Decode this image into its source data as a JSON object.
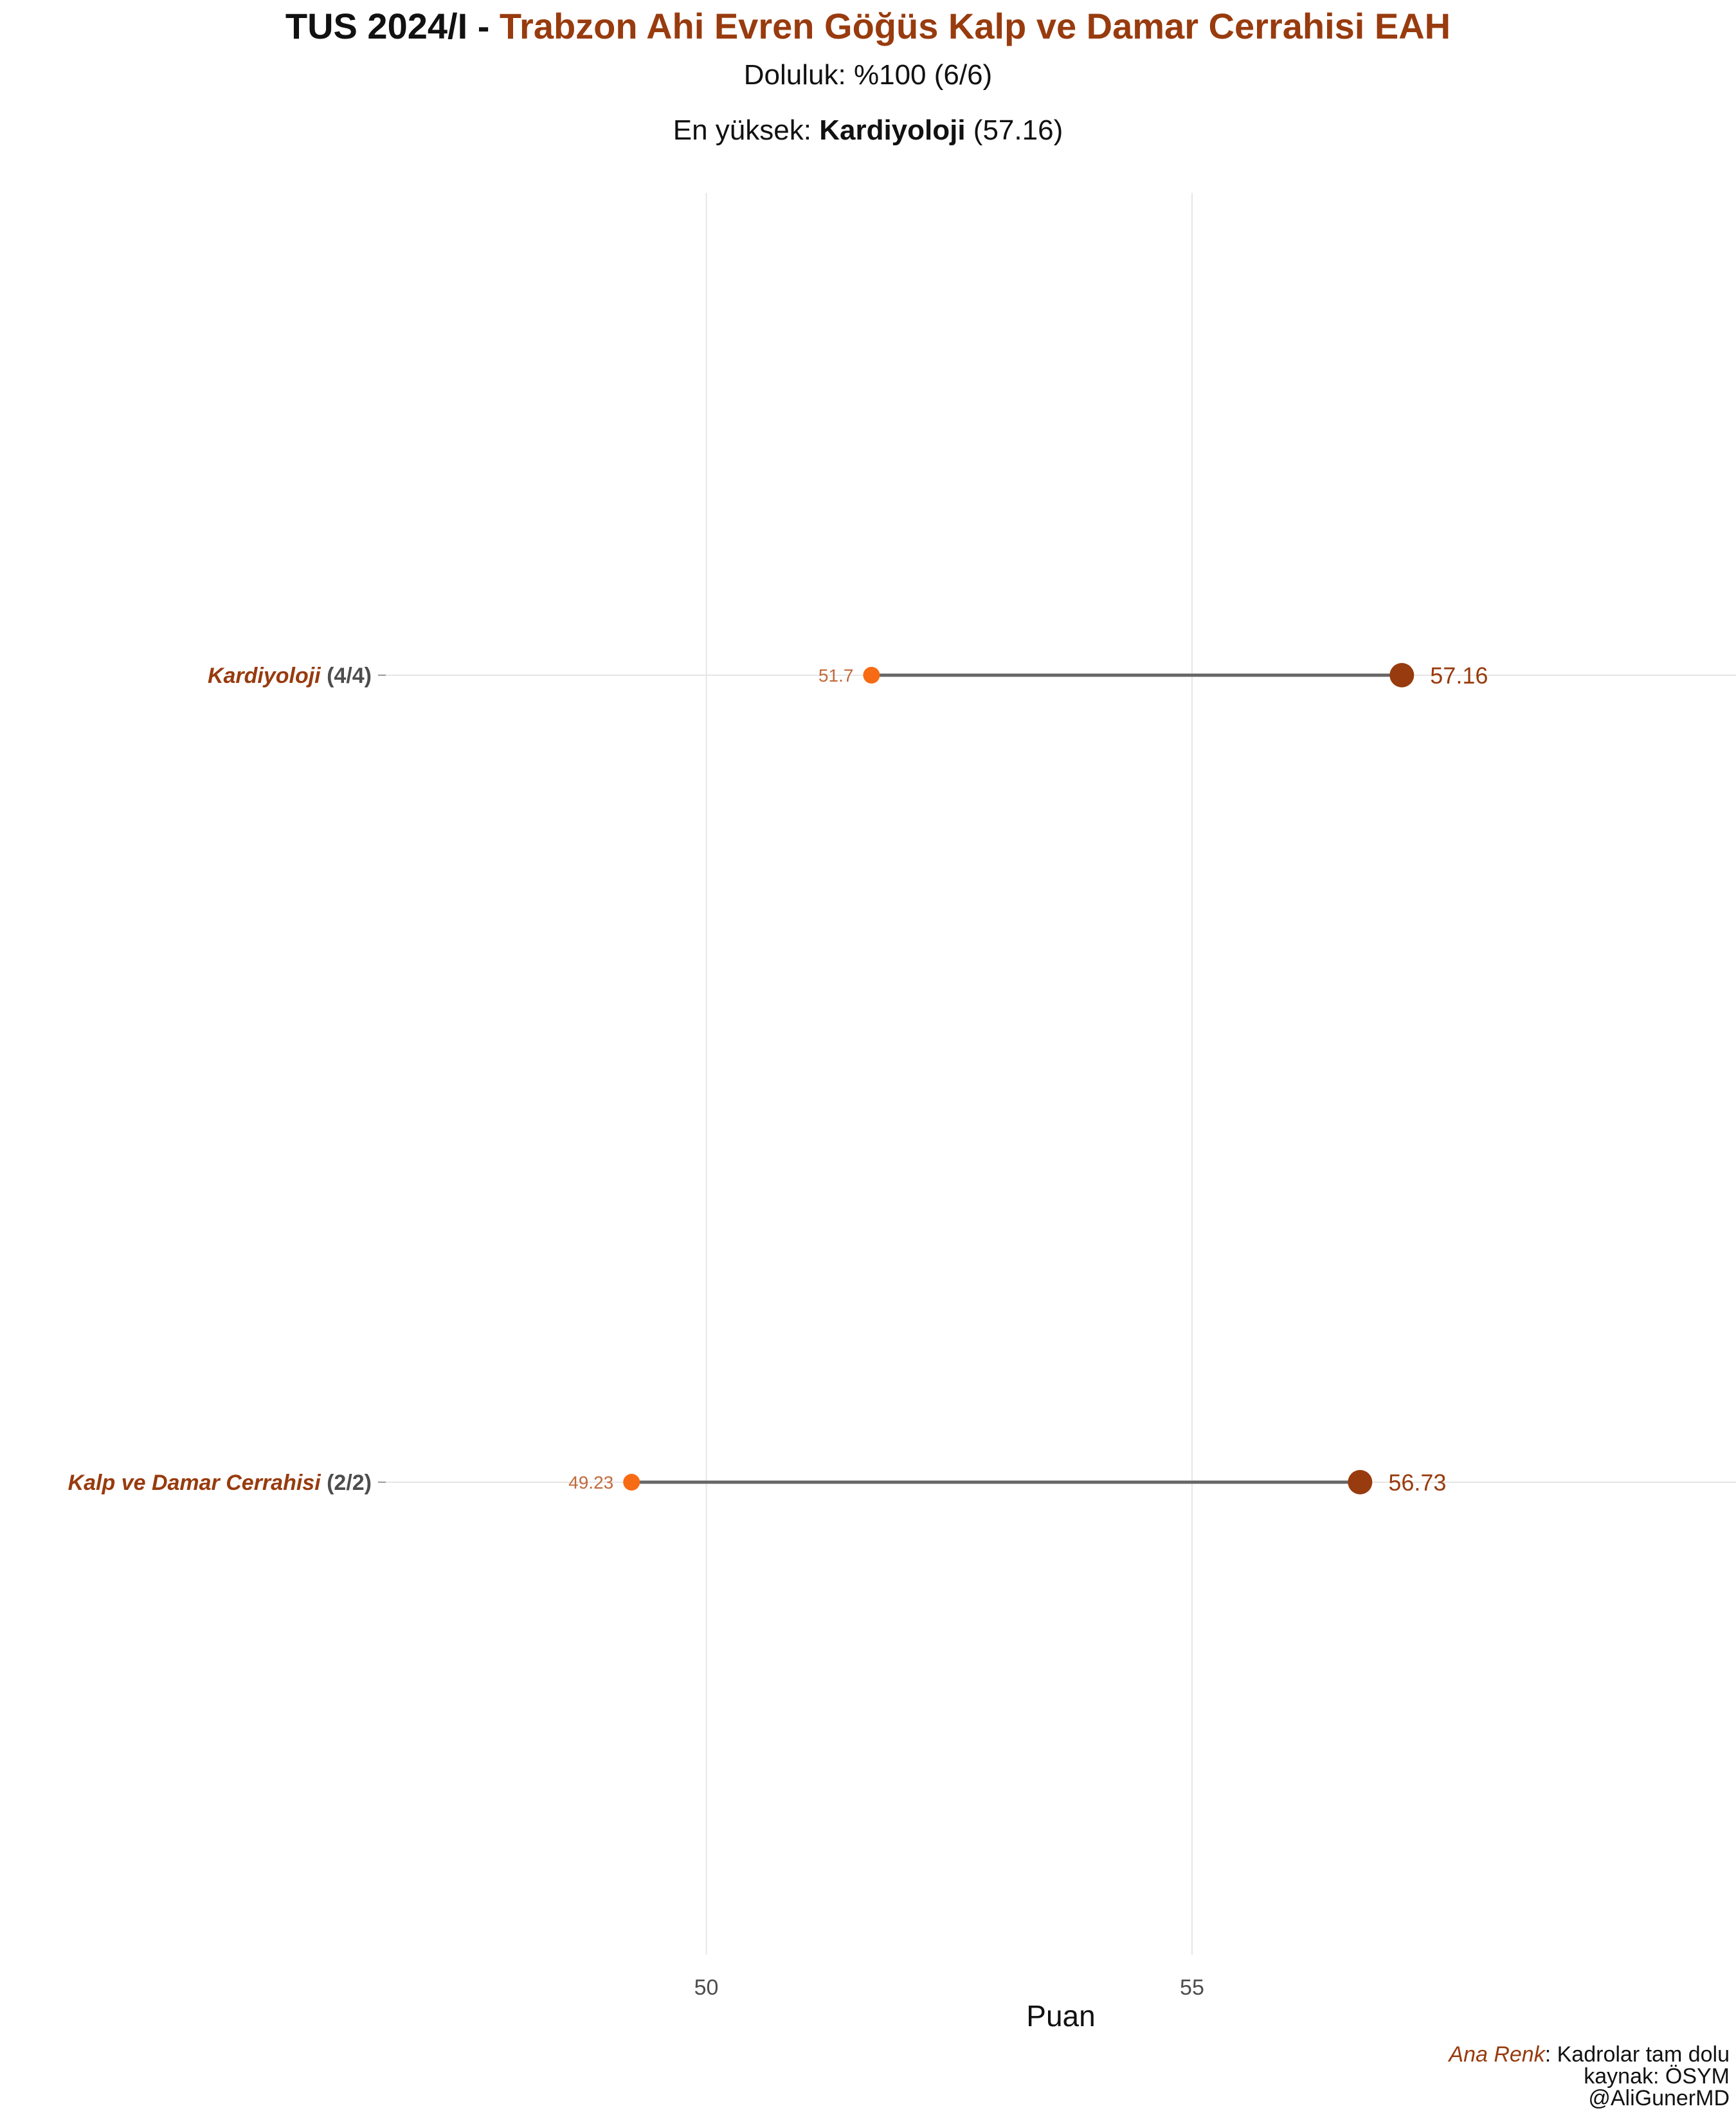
{
  "header": {
    "title_prefix": "TUS 2024/I - ",
    "title_institution": "Trabzon Ahi Evren Göğüs Kalp ve Damar Cerrahisi EAH",
    "subtitle_line1": "Doluluk: %100 (6/6)",
    "subtitle_line2_prefix": "En yüksek: ",
    "subtitle_line2_bold": "Kardiyoloji",
    "subtitle_line2_suffix": " (57.16)"
  },
  "caption": {
    "legend_accent": "Ana Renk",
    "legend_text": ": Kadrolar tam dolu",
    "source": "kaynak: ÖSYM",
    "author": "@AliGunerMD"
  },
  "colors": {
    "accent": "#983B0E",
    "min_point": "#F76B15",
    "segment": "#666666",
    "grid": "#E6E6E6",
    "tick_label": "#4D4D4D"
  },
  "chart_data": {
    "type": "dumbbell",
    "xlabel": "Puan",
    "ylabel": "",
    "xticks": [
      50,
      55
    ],
    "xlim": [
      46.7,
      60.6
    ],
    "grid": true,
    "categories": [
      {
        "name": "Kardiyoloji",
        "quota": "(4/4)",
        "min": 51.7,
        "max": 57.16,
        "min_label": "51.7",
        "max_label": "57.16"
      },
      {
        "name": "Kalp ve Damar Cerrahisi",
        "quota": "(2/2)",
        "min": 49.23,
        "max": 56.73,
        "min_label": "49.23",
        "max_label": "56.73"
      }
    ]
  }
}
